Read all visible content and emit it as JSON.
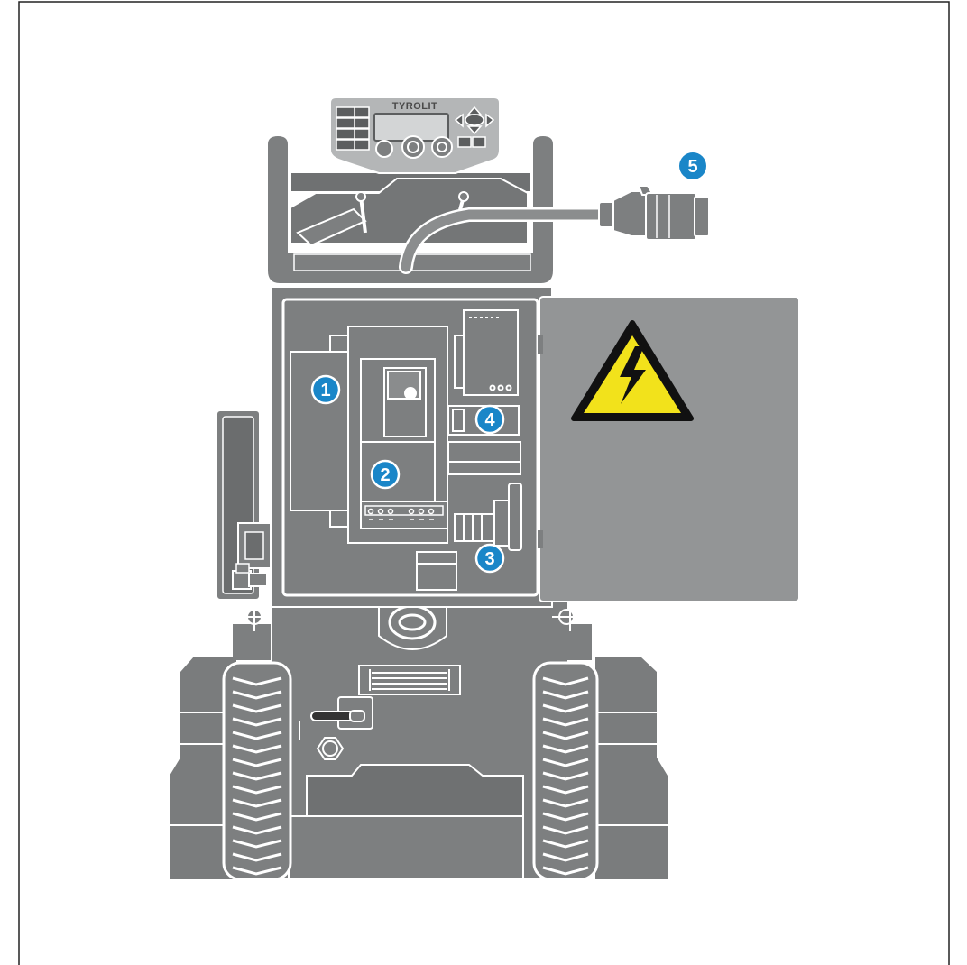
{
  "brand": "TYROLIT",
  "callouts": [
    {
      "number": "1"
    },
    {
      "number": "2"
    },
    {
      "number": "3"
    },
    {
      "number": "4"
    },
    {
      "number": "5"
    }
  ],
  "colors": {
    "machine_body": "#7d7f80",
    "machine_dark": "#6e7071",
    "panel_light": "#b4b6b7",
    "door": "#939596",
    "callout": "#1a86c8",
    "warning_yellow": "#f2e21b",
    "outline": "#ffffff",
    "frame": "#222222"
  },
  "icons": {
    "warning": "high-voltage-warning-icon",
    "plug": "power-plug-icon"
  }
}
